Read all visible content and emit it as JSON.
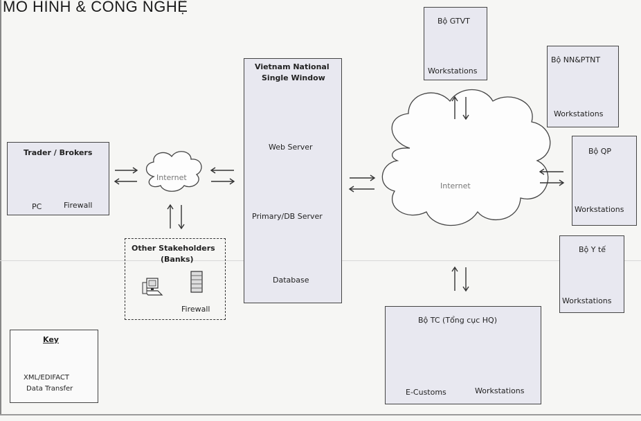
{
  "title": "MÔ HÌNH & CÔNG NGHỆ",
  "trader": {
    "title": "Trader / Brokers",
    "pc": "PC",
    "firewall": "Firewall"
  },
  "internet_small": "Internet",
  "stakeholders": {
    "title": "Other Stakeholders",
    "sub": "(Banks)",
    "firewall": "Firewall"
  },
  "vnsw": {
    "title1": "Vietnam National",
    "title2": "Single Window",
    "web": "Web Server",
    "db_server": "Primary/DB Server",
    "database": "Database"
  },
  "internet_big": "Internet",
  "gtvt": {
    "title": "Bộ GTVT",
    "ws": "Workstations"
  },
  "nnptnt": {
    "title": "Bộ NN&PTNT",
    "ws": "Workstations"
  },
  "qp": {
    "title": "Bộ QP",
    "ws": "Workstations"
  },
  "yte": {
    "title": "Bộ Y tế",
    "ws": "Workstations"
  },
  "tc": {
    "title": "Bộ TC (Tổng cục HQ)",
    "ecustoms": "E-Customs",
    "ws": "Workstations"
  },
  "key": {
    "title": "Key",
    "line1": "XML/EDIFACT",
    "line2": "Data Transfer"
  }
}
